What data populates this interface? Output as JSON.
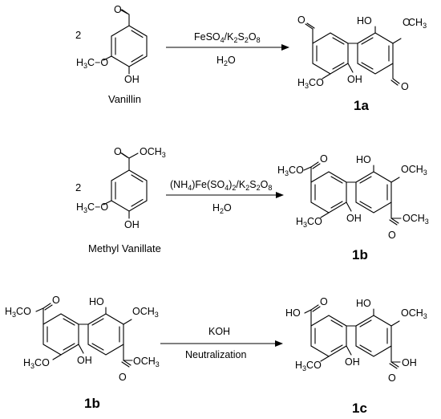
{
  "atoms": {
    "o": "O",
    "oh": "OH",
    "ho": "HO",
    "och3": "OCH",
    "h3co": "H",
    "co": "CO",
    "c_o": "O",
    "h": "H",
    "three": "3",
    "two": "2"
  },
  "reactions": [
    {
      "coefficient": "2",
      "reactant_label": "Vanillin",
      "reagent_top": "FeSO4/K2S2O8",
      "reagent_bottom": "H2O",
      "product_id": "1a"
    },
    {
      "coefficient": "2",
      "reactant_label": "Methyl Vanillate",
      "reagent_top": "(NH4)Fe(SO4)2/K2S2O8",
      "reagent_bottom": "H2O",
      "product_id": "1b"
    },
    {
      "reactant_id": "1b",
      "reagent_top": "KOH",
      "reagent_bottom": "Neutralization",
      "product_id": "1c"
    }
  ]
}
